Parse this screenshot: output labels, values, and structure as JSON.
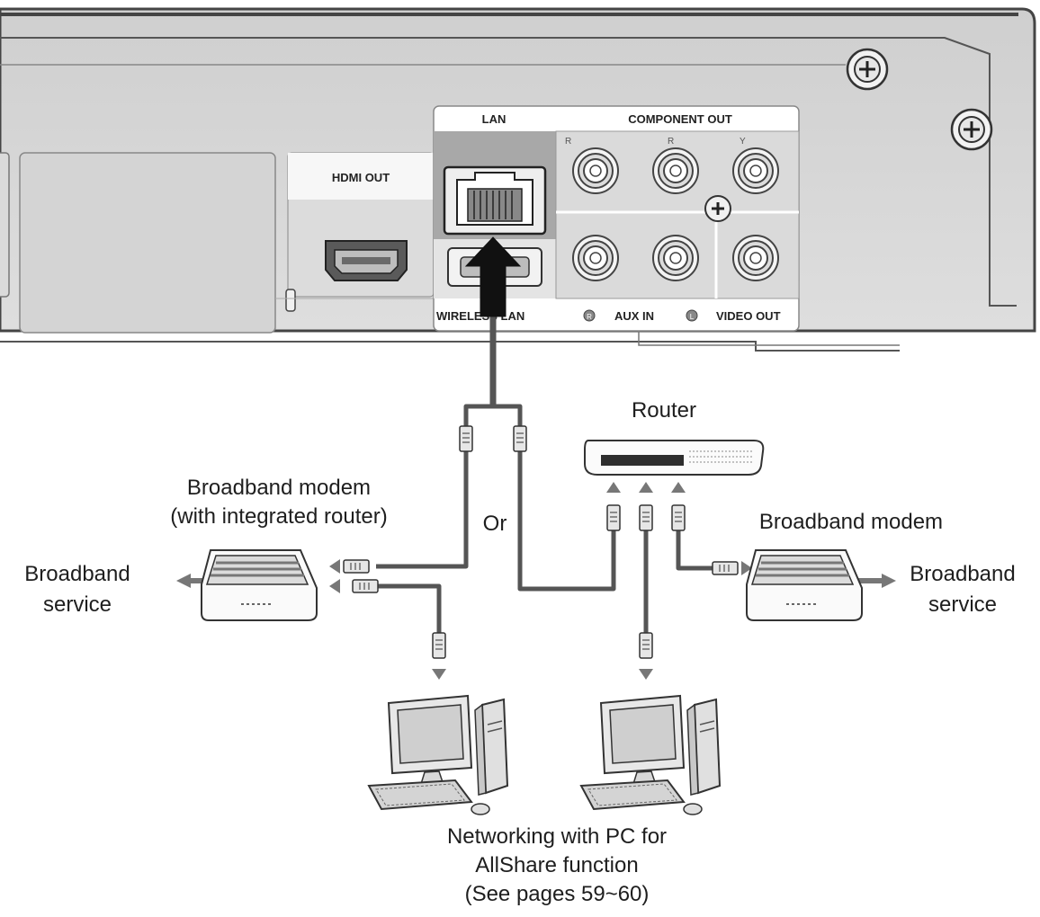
{
  "device_panel": {
    "hdmi_out": "HDMI OUT",
    "lan": "LAN",
    "component_out": "COMPONENT OUT",
    "jack_r1": "R",
    "jack_r2": "R",
    "jack_y": "Y",
    "wireless_lan": "WIRELESS LAN",
    "aux_r": "R",
    "aux_in": "AUX IN",
    "aux_l": "L",
    "video_out": "VIDEO OUT"
  },
  "labels": {
    "router": "Router",
    "or": "Or",
    "modem_integrated_line1": "Broadband modem",
    "modem_integrated_line2": "(with integrated router)",
    "modem": "Broadband modem",
    "service_left_line1": "Broadband",
    "service_left_line2": "service",
    "service_right_line1": "Broadband",
    "service_right_line2": "service",
    "footer_line1": "Networking with PC for",
    "footer_line2": "AllShare function",
    "footer_line3": "(See pages 59~60)"
  },
  "icons": [
    "lan-port-icon",
    "hdmi-port-icon",
    "rca-jack-icon",
    "screw-icon",
    "router-icon",
    "modem-icon",
    "pc-icon",
    "ethernet-plug-icon",
    "arrow-icon"
  ],
  "colors": {
    "device_face": "#d6d6d6",
    "device_edge": "#5a5a5a",
    "cable": "#555555",
    "lan_highlight": "#a8a8a8"
  }
}
